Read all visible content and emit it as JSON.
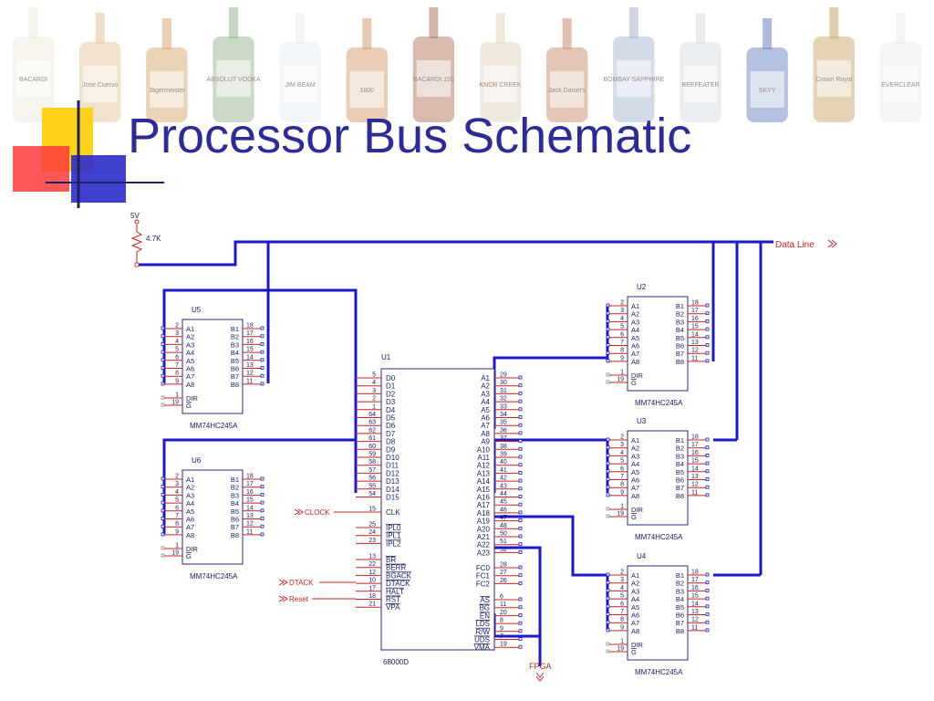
{
  "slide": {
    "title": "Processor Bus Schematic"
  },
  "banner": {
    "bottles": [
      {
        "label": "BACARDI"
      },
      {
        "label": "Jose Cuervo"
      },
      {
        "label": "Jägermeister"
      },
      {
        "label": "ABSOLUT VODKA"
      },
      {
        "label": "JIM BEAM"
      },
      {
        "label": "1800"
      },
      {
        "label": "BACARDI 151"
      },
      {
        "label": "KNOB CREEK"
      },
      {
        "label": "Jack Daniel's"
      },
      {
        "label": "BOMBAY SAPPHIRE"
      },
      {
        "label": "BEEFEATER"
      },
      {
        "label": "SKYY"
      },
      {
        "label": "Crown Royal"
      },
      {
        "label": "EVERCLEAR"
      }
    ]
  },
  "schematic": {
    "power": {
      "label": "5V",
      "resistor": "4.7K"
    },
    "data_line": "Data Line",
    "fpga": "FPGA",
    "clock": "CLOCK",
    "dtack": "DTACK",
    "reset": "Reset",
    "transceivers": [
      {
        "id": "U5",
        "part": "MM74HC245A"
      },
      {
        "id": "U6",
        "part": "MM74HC245A"
      },
      {
        "id": "U2",
        "part": "MM74HC245A"
      },
      {
        "id": "U3",
        "part": "MM74HC245A"
      },
      {
        "id": "U4",
        "part": "MM74HC245A"
      }
    ],
    "xcvr_left_pins": [
      "A1",
      "A2",
      "A3",
      "A4",
      "A5",
      "A6",
      "A7",
      "A8"
    ],
    "xcvr_left_nums": [
      "2",
      "3",
      "4",
      "5",
      "6",
      "7",
      "8",
      "9"
    ],
    "xcvr_right_pins": [
      "B1",
      "B2",
      "B3",
      "B4",
      "B5",
      "B6",
      "B7",
      "B8"
    ],
    "xcvr_right_nums": [
      "18",
      "17",
      "16",
      "15",
      "14",
      "13",
      "12",
      "11"
    ],
    "xcvr_ctrl": [
      {
        "num": "1",
        "name": "DIR"
      },
      {
        "num": "19",
        "name": "G"
      }
    ],
    "cpu": {
      "id": "U1",
      "part": "68000D",
      "left_pins": [
        {
          "num": "5",
          "name": "D0"
        },
        {
          "num": "4",
          "name": "D1"
        },
        {
          "num": "3",
          "name": "D2"
        },
        {
          "num": "2",
          "name": "D3"
        },
        {
          "num": "1",
          "name": "D4"
        },
        {
          "num": "64",
          "name": "D5"
        },
        {
          "num": "63",
          "name": "D6"
        },
        {
          "num": "62",
          "name": "D7"
        },
        {
          "num": "61",
          "name": "D8"
        },
        {
          "num": "60",
          "name": "D9"
        },
        {
          "num": "59",
          "name": "D10"
        },
        {
          "num": "58",
          "name": "D11"
        },
        {
          "num": "57",
          "name": "D12"
        },
        {
          "num": "56",
          "name": "D13"
        },
        {
          "num": "55",
          "name": "D14"
        },
        {
          "num": "54",
          "name": "D15"
        }
      ],
      "clk_pin": {
        "num": "15",
        "name": "CLK"
      },
      "ipl_pins": [
        {
          "num": "25",
          "name": "IPL0"
        },
        {
          "num": "24",
          "name": "IPL1"
        },
        {
          "num": "23",
          "name": "IPL2"
        }
      ],
      "ctrl_pins": [
        {
          "num": "13",
          "name": "BR"
        },
        {
          "num": "22",
          "name": "BERR"
        },
        {
          "num": "12",
          "name": "BGACK"
        },
        {
          "num": "10",
          "name": "DTACK"
        },
        {
          "num": "17",
          "name": "HALT"
        },
        {
          "num": "18",
          "name": "RST"
        },
        {
          "num": "21",
          "name": "VPA"
        }
      ],
      "addr_pins": [
        {
          "num": "29",
          "name": "A1"
        },
        {
          "num": "30",
          "name": "A2"
        },
        {
          "num": "31",
          "name": "A3"
        },
        {
          "num": "32",
          "name": "A4"
        },
        {
          "num": "33",
          "name": "A5"
        },
        {
          "num": "34",
          "name": "A6"
        },
        {
          "num": "35",
          "name": "A7"
        },
        {
          "num": "36",
          "name": "A8"
        },
        {
          "num": "37",
          "name": "A9"
        },
        {
          "num": "38",
          "name": "A10"
        },
        {
          "num": "39",
          "name": "A11"
        },
        {
          "num": "40",
          "name": "A12"
        },
        {
          "num": "41",
          "name": "A13"
        },
        {
          "num": "42",
          "name": "A14"
        },
        {
          "num": "43",
          "name": "A15"
        },
        {
          "num": "44",
          "name": "A16"
        },
        {
          "num": "45",
          "name": "A17"
        },
        {
          "num": "46",
          "name": "A18"
        },
        {
          "num": "47",
          "name": "A19"
        },
        {
          "num": "48",
          "name": "A20"
        },
        {
          "num": "50",
          "name": "A21"
        },
        {
          "num": "51",
          "name": "A22"
        },
        {
          "num": "52",
          "name": "A23"
        }
      ],
      "fc_pins": [
        {
          "num": "28",
          "name": "FC0"
        },
        {
          "num": "27",
          "name": "FC1"
        },
        {
          "num": "26",
          "name": "FC2"
        }
      ],
      "bus_pins": [
        {
          "num": "6",
          "name": "AS"
        },
        {
          "num": "11",
          "name": "BG"
        },
        {
          "num": "20",
          "name": "EN"
        },
        {
          "num": "8",
          "name": "LDS"
        },
        {
          "num": "9",
          "name": "R/W"
        },
        {
          "num": "7",
          "name": "UDS"
        },
        {
          "num": "19",
          "name": "VMA"
        }
      ]
    }
  },
  "colors": {
    "title": "#2b2b9a",
    "wire": "#1a1acc",
    "pin": "#cc2222",
    "netlabel": "#cc2222",
    "chip_border": "#2a2a8a",
    "text": "#1a1a6a"
  }
}
